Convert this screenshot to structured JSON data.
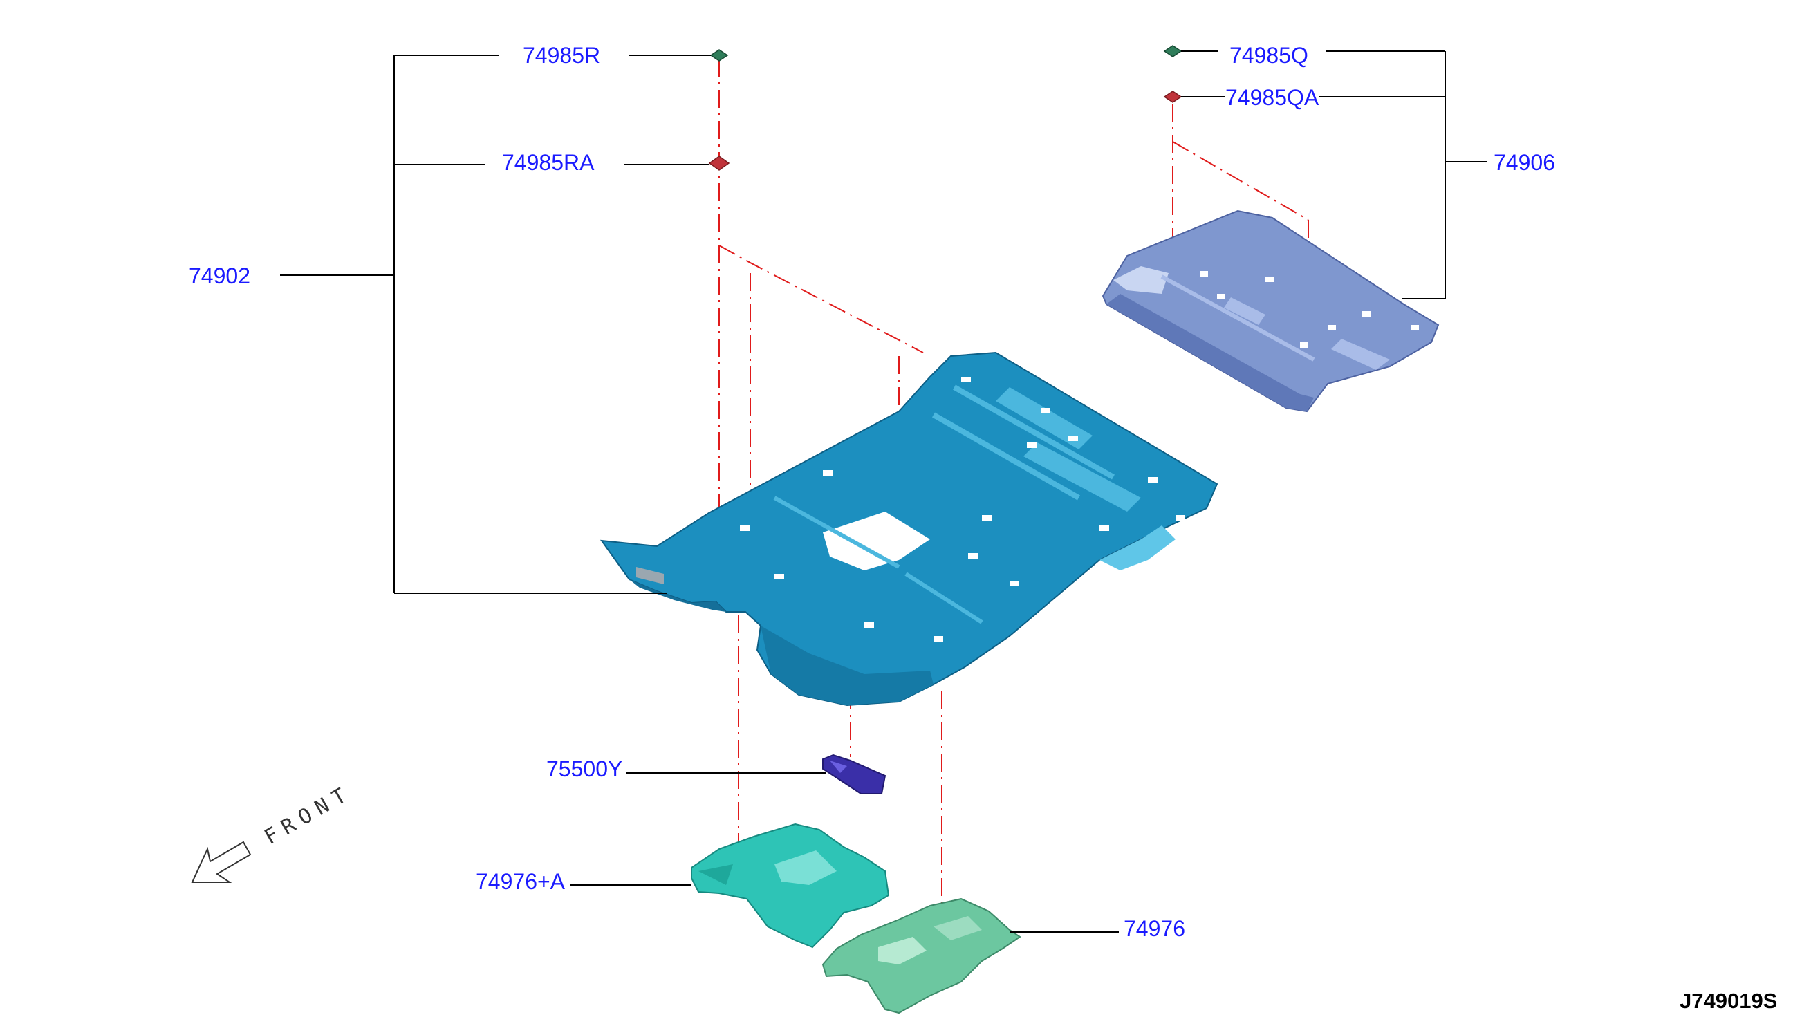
{
  "parts": {
    "p74902": "74902",
    "p74985R": "74985R",
    "p74985RA": "74985RA",
    "p74985Q": "74985Q",
    "p74985QA": "74985QA",
    "p74906": "74906",
    "p75500Y": "75500Y",
    "p74976A": "74976+A",
    "p74976": "74976"
  },
  "front_label": "FRONT",
  "reference_code": "J749019S",
  "colors": {
    "front_floor_carpet": "#1c8fbf",
    "rear_floor_carpet": "#7f97cf",
    "foot_rest": "#3a2fa8",
    "spacer_front": "#2ec4b6",
    "spacer_rear": "#6cc7a0",
    "clip_green": "#2f7d5a",
    "clip_red": "#c0333a",
    "label_text": "#1a1aff",
    "centerline": "#e01b1b"
  }
}
